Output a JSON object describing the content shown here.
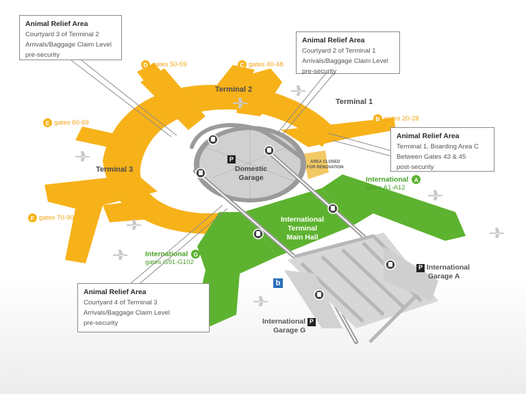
{
  "callouts": {
    "t2": {
      "title": "Animal Relief Area",
      "lines": [
        "Courtyard 3 of Terminal 2",
        "Arrivals/Baggage Claim Level",
        "pre-security"
      ]
    },
    "t1": {
      "title": "Animal Relief Area",
      "lines": [
        "Courtyard 2 of Terminal 1",
        "Arrivals/Baggage Claim Level",
        "pre-security"
      ]
    },
    "c": {
      "title": "Animal Relief Area",
      "lines": [
        "Terminal 1, Boarding Area C",
        "Between Gates 43 & 45",
        "post-security"
      ]
    },
    "t3": {
      "title": "Animal Relief Area",
      "lines": [
        "Courtyard 4 of Terminal 3",
        "Arrivals/Baggage Claim Level",
        "pre-security"
      ]
    }
  },
  "terminals": {
    "t1": "Terminal 1",
    "t2": "Terminal 2",
    "t3": "Terminal 3"
  },
  "gates": {
    "d": {
      "badge": "D",
      "label": "gates 50-59"
    },
    "c": {
      "badge": "C",
      "label": "gates 40-48"
    },
    "b": {
      "badge": "B",
      "label": "gates 20-28"
    },
    "e": {
      "badge": "E",
      "label": "gates 60-69"
    },
    "f": {
      "badge": "F",
      "label": "gates 70-90"
    }
  },
  "international": {
    "a": {
      "name": "International",
      "badge": "A",
      "gates": "gates A1-A12"
    },
    "g": {
      "name": "International",
      "badge": "G",
      "gates": "gates G91-G102"
    }
  },
  "domestic_garage": [
    "Domestic",
    "Garage"
  ],
  "intl_main_hall": [
    "International",
    "Terminal",
    "Main Hall"
  ],
  "area_closed": [
    "AREA CLOSED",
    "FOR RENOVATION"
  ],
  "garages": {
    "a": {
      "lines": [
        "International",
        "Garage A"
      ],
      "p": "P"
    },
    "g": {
      "lines": [
        "International",
        "Garage G"
      ],
      "p": "P"
    }
  },
  "parking_symbol": "P",
  "bart": "b",
  "colors": {
    "terminal": "#f7b21a",
    "international": "#5db32f",
    "garage": "#c9c9c9",
    "road": "#b4b4b4",
    "callout_border": "#8a8a8a"
  }
}
